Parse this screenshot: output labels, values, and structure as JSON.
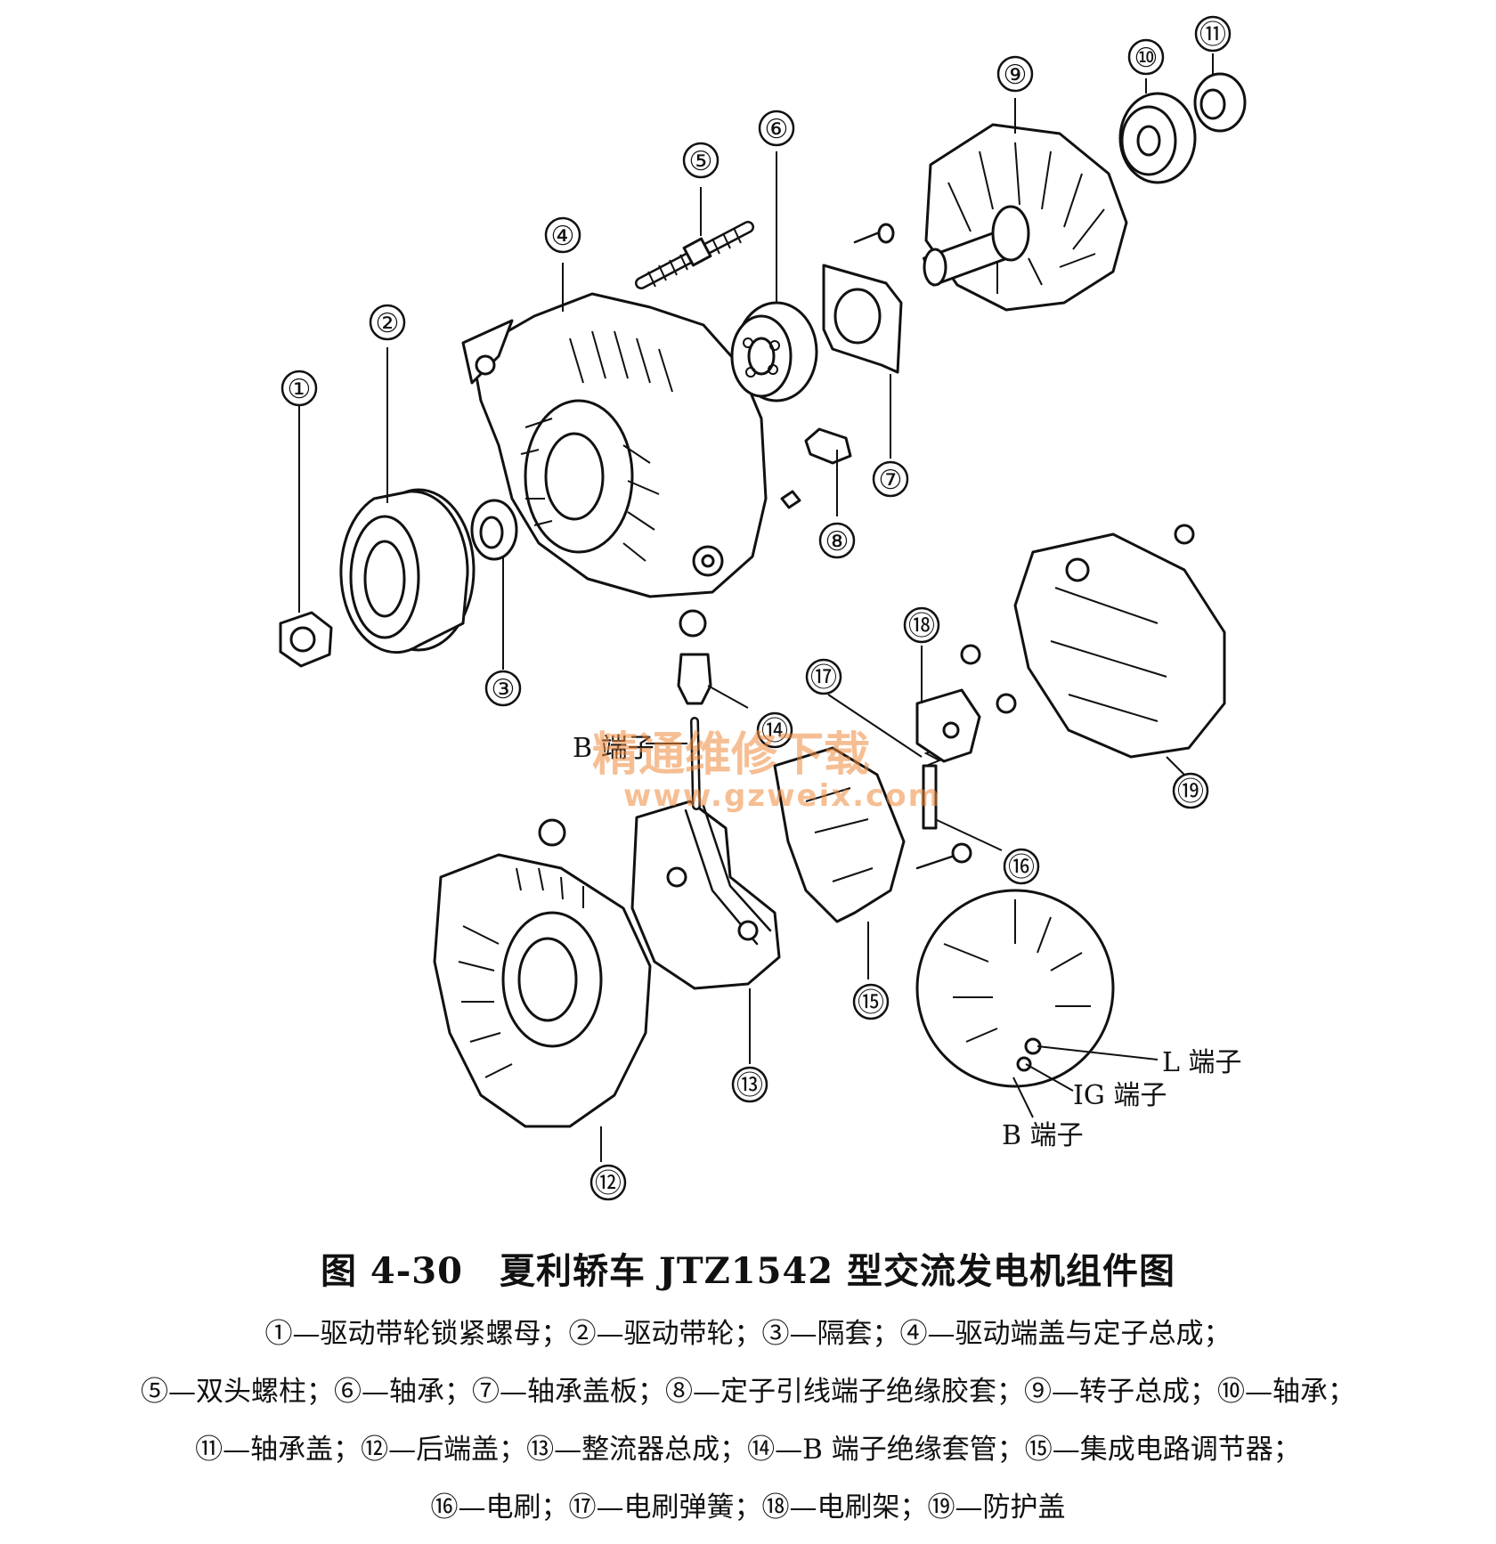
{
  "watermark": {
    "cn": "精通维修下载",
    "url": "www.gzweix.com"
  },
  "callouts": [
    "①",
    "②",
    "③",
    "④",
    "⑤",
    "⑥",
    "⑦",
    "⑧",
    "⑨",
    "⑩",
    "⑪",
    "⑫",
    "⑬",
    "⑭",
    "⑮",
    "⑯",
    "⑰",
    "⑱",
    "⑲"
  ],
  "terminal_labels": {
    "b_top": "B 端子",
    "l": "L 端子",
    "ig": "IG 端子",
    "b_bottom": "B 端子"
  },
  "caption": {
    "title": "图 4-30　夏利轿车 JTZ1542 型交流发电机组件图",
    "lines": [
      "①—驱动带轮锁紧螺母；②—驱动带轮；③—隔套；④—驱动端盖与定子总成；",
      "⑤—双头螺柱；⑥—轴承；⑦—轴承盖板；⑧—定子引线端子绝缘胶套；⑨—转子总成；⑩—轴承；",
      "⑪—轴承盖；⑫—后端盖；⑬—整流器总成；⑭—B 端子绝缘套管；⑮—集成电路调节器；",
      "⑯—电刷；⑰—电刷弹簧；⑱—电刷架；⑲—防护盖"
    ]
  }
}
